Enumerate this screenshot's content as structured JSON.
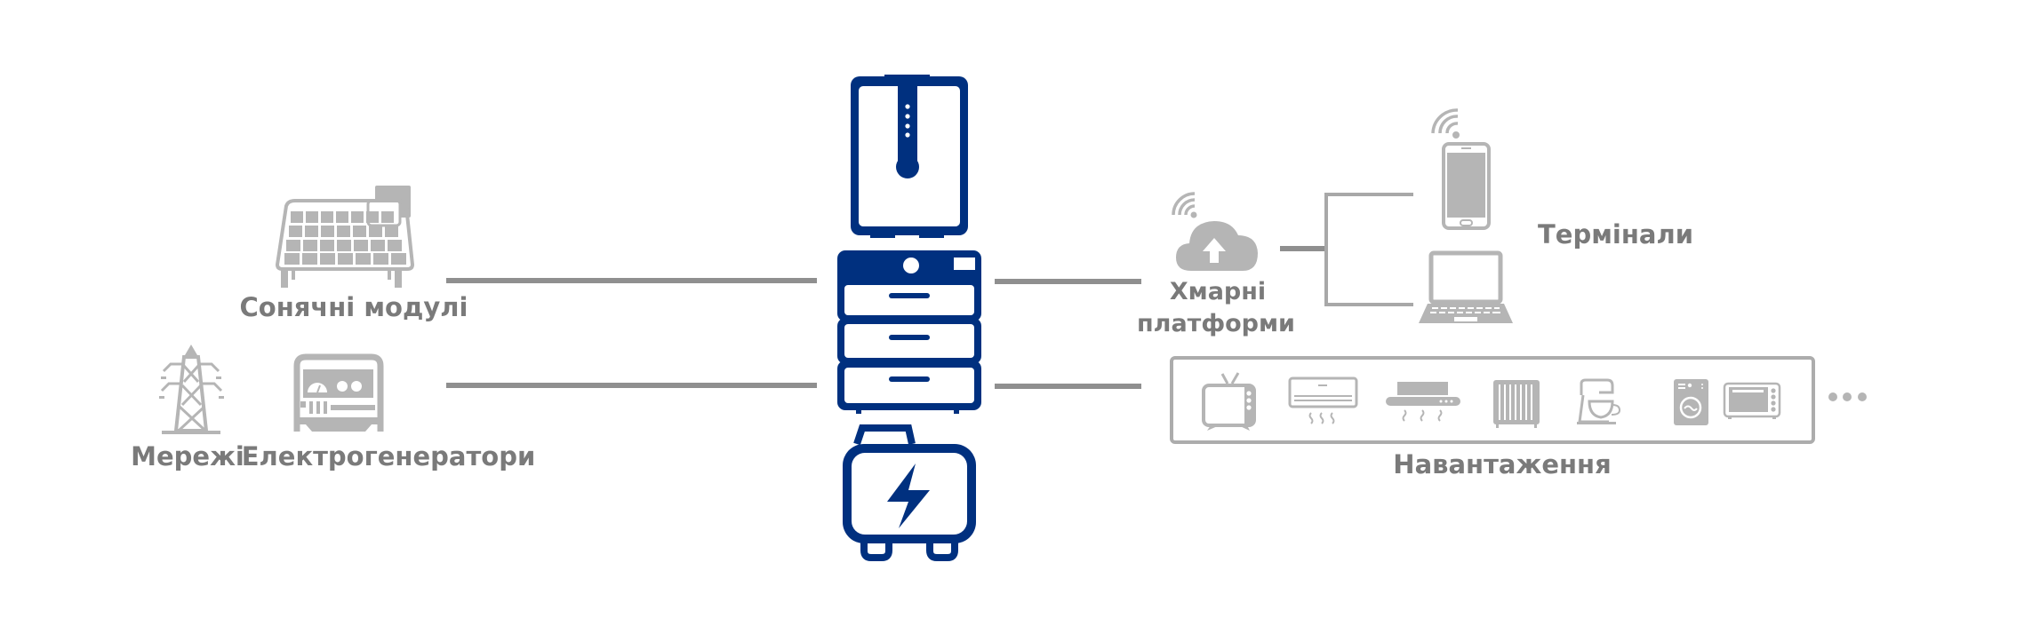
{
  "diagram": {
    "title": "Energy storage system connection diagram",
    "colors": {
      "device_blue": "#00307f",
      "icon_gray": "#b5b5b5",
      "label_gray": "#7a7a7a",
      "connector_gray": "#8f8f8f"
    },
    "sources": {
      "solar": {
        "label": "Сонячні модулі",
        "icon": "solar-panel-icon"
      },
      "grid": {
        "label": "Мережі",
        "icon": "power-tower-icon"
      },
      "generator": {
        "label": "Електрогенератори",
        "icon": "generator-icon"
      }
    },
    "center": {
      "inverter": {
        "icon": "inverter-icon"
      },
      "battery_stack": {
        "icon": "battery-stack-icon",
        "modules": 3
      },
      "portable_station": {
        "icon": "portable-power-station-icon"
      }
    },
    "cloud": {
      "label_line1": "Хмарні",
      "label_line2": "платформи",
      "icon": "cloud-upload-icon"
    },
    "terminals": {
      "label": "Термінали",
      "devices": [
        {
          "name": "smartphone",
          "icon": "smartphone-icon"
        },
        {
          "name": "laptop",
          "icon": "laptop-icon"
        }
      ]
    },
    "loads": {
      "label": "Навантаження",
      "items": [
        {
          "name": "tv",
          "icon": "tv-icon"
        },
        {
          "name": "air-conditioner",
          "icon": "air-conditioner-icon"
        },
        {
          "name": "range-hood",
          "icon": "range-hood-icon"
        },
        {
          "name": "oil-heater",
          "icon": "oil-heater-icon"
        },
        {
          "name": "stand-mixer",
          "icon": "stand-mixer-icon"
        },
        {
          "name": "washing-machine",
          "icon": "washing-machine-icon"
        },
        {
          "name": "microwave-oven",
          "icon": "microwave-oven-icon"
        }
      ],
      "more": "…"
    }
  }
}
